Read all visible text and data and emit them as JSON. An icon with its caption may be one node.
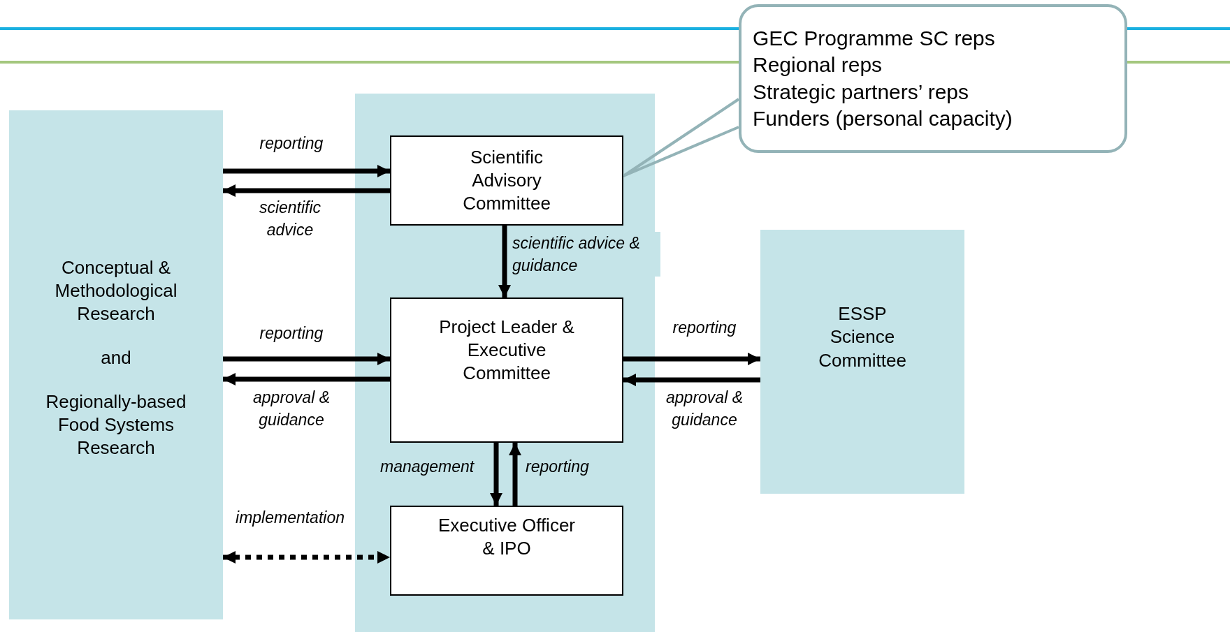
{
  "diagram": {
    "nodes": [
      {
        "text": [
          "Conceptual & Methodological Research",
          "and",
          "Regionally-based Food Systems Research"
        ]
      },
      {
        "text": [],
        "shape": "box"
      },
      {
        "text": [
          "Scientific Advisory Committee"
        ],
        "in": 1
      },
      {
        "text": [
          "Project Leader & Executive Committee"
        ],
        "in": 1
      },
      {
        "text": [
          "Executive Officer & IPO"
        ],
        "in": 1
      },
      {
        "text": [
          "ESSP Science Committee"
        ]
      },
      {
        "text": [
          "GEC Programme SC reps",
          "Regional reps",
          "Strategic partners’ reps",
          "Funders (personal capacity)"
        ]
      }
    ],
    "edges": [
      {
        "from": 0,
        "to": 2,
        "arrow": "to",
        "label": "reporting"
      },
      {
        "from": 2,
        "to": 0,
        "arrow": "to",
        "label": "scientific advice"
      },
      {
        "from": 2,
        "to": 3,
        "arrow": "to",
        "label": "scientific advice & guidance"
      },
      {
        "from": 0,
        "to": 3,
        "arrow": "to",
        "label": "reporting"
      },
      {
        "from": 3,
        "to": 0,
        "arrow": "to",
        "label": "approval & guidance"
      },
      {
        "from": 3,
        "to": 5,
        "arrow": "to",
        "label": "reporting"
      },
      {
        "from": 5,
        "to": 3,
        "arrow": "to",
        "label": "approval & guidance"
      },
      {
        "from": 3,
        "to": 4,
        "arrow": "to",
        "label": "management"
      },
      {
        "from": 4,
        "to": 3,
        "arrow": "to",
        "label": "reporting"
      },
      {
        "from": 0,
        "to": 4,
        "arrow": "both",
        "label": "implementation",
        "style": "dashed"
      },
      {
        "from": 6,
        "to": 2,
        "arrow": "none",
        "color": "#93b3b7"
      }
    ]
  }
}
